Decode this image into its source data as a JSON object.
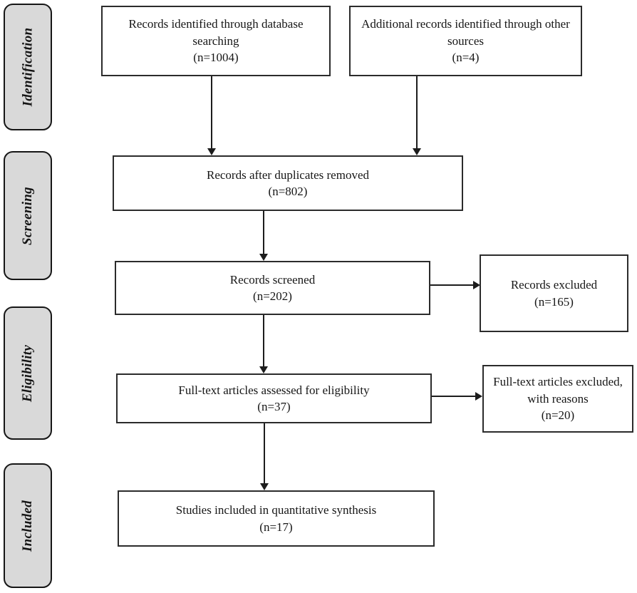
{
  "diagram": {
    "type": "prisma-flow",
    "stages": [
      {
        "label": "Identification"
      },
      {
        "label": "Screening"
      },
      {
        "label": "Eligibility"
      },
      {
        "label": "Included"
      }
    ],
    "boxes": {
      "identified": {
        "label": "Records identified through database searching",
        "count": "(n=1004)"
      },
      "additional": {
        "label": "Additional records identified through other sources",
        "count": "(n=4)"
      },
      "duplicates_removed": {
        "label": "Records after duplicates removed",
        "count": "(n=802)"
      },
      "screened": {
        "label": "Records screened",
        "count": "(n=202)"
      },
      "records_excluded": {
        "label": "Records excluded",
        "count": "(n=165)"
      },
      "fulltext_assessed": {
        "label": "Full-text articles assessed for eligibility",
        "count": "(n=37)"
      },
      "fulltext_excluded": {
        "label": "Full-text articles excluded, with reasons",
        "count": "(n=20)"
      },
      "included_synthesis": {
        "label": "Studies included in quantitative synthesis",
        "count": "(n=17)"
      }
    },
    "colors": {
      "stage_fill": "#d9d9d9",
      "box_fill": "#ffffff",
      "border": "#2b2b2b",
      "arrow": "#1c1c1c",
      "text": "#161616",
      "background": "#ffffff"
    }
  }
}
